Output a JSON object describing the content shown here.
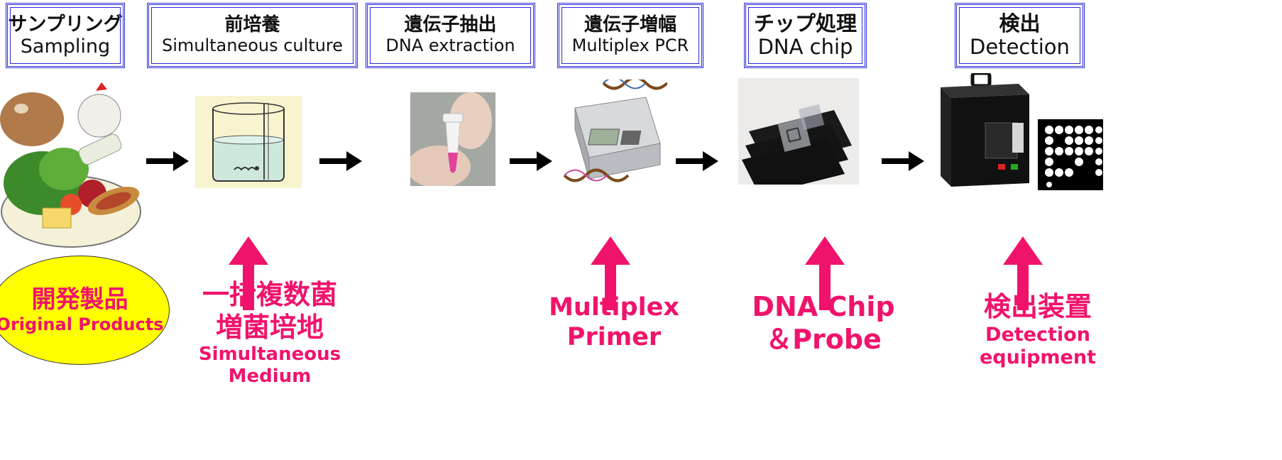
{
  "stages": [
    {
      "jp": "サンプリング",
      "en": "Sampling"
    },
    {
      "jp": "前培養",
      "en": "Simultaneous culture"
    },
    {
      "jp": "遺伝子抽出",
      "en": "DNA  extraction"
    },
    {
      "jp": "遺伝子増幅",
      "en": "Multiplex PCR"
    },
    {
      "jp": "チップ処理",
      "en": "DNA chip"
    },
    {
      "jp": "検出",
      "en": "Detection"
    }
  ],
  "original_products": {
    "jp": "開発製品",
    "en": "Original Products"
  },
  "products": [
    {
      "line1": "一括複数菌",
      "line2": "増菌培地",
      "line3": "Simultaneous",
      "line4": "Medium"
    },
    {
      "line1": "Multiplex Primer"
    },
    {
      "line1": "DNA Chip",
      "line2": "＆Probe"
    },
    {
      "line1": "検出装置",
      "line2": "Detection",
      "line3": "equipment"
    }
  ],
  "icons": [
    "food-sampling-icon",
    "culture-container-icon",
    "extraction-tube-icon",
    "pcr-machine-icon",
    "dna-chip-icon",
    "detection-device-icon"
  ],
  "colors": {
    "accent_pink": "#f0136c",
    "box_border": "#2a2ad6",
    "ellipse_fill": "#ffff00"
  }
}
